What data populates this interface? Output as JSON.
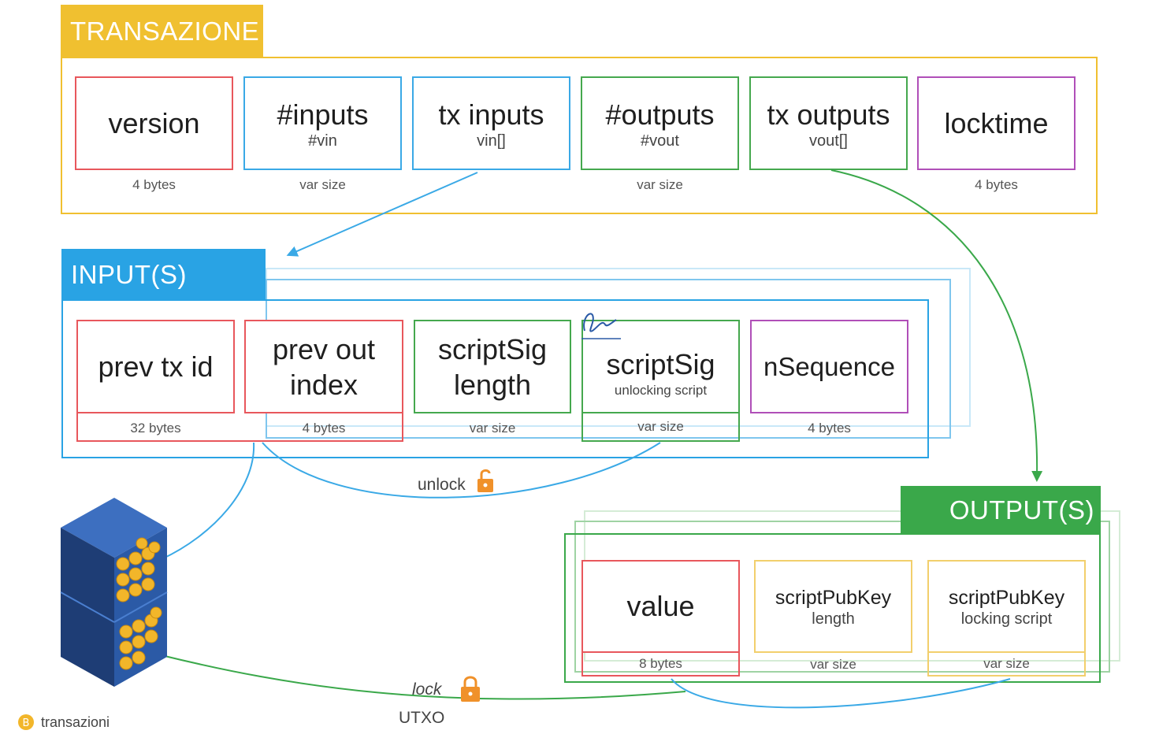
{
  "colors": {
    "transazione": "#f0c030",
    "input": "#29a3e4",
    "output": "#3aa84a",
    "red": "#e8575c",
    "blue": "#3aa9e6",
    "green": "#45a84e",
    "purple": "#b04fb8",
    "yellow": "#f2cf6c",
    "lock_orange": "#f0912a",
    "coin_gold": "#f2b62a",
    "block_blue": "#2b5aa6"
  },
  "transazione": {
    "title": "TRANSAZIONE",
    "fields": [
      {
        "name": "version",
        "sub": "",
        "size": "4 bytes",
        "color": "red"
      },
      {
        "name": "#inputs",
        "sub": "#vin",
        "size": "var size",
        "color": "blue"
      },
      {
        "name": "tx inputs",
        "sub": "vin[]",
        "size": "",
        "color": "blue"
      },
      {
        "name": "#outputs",
        "sub": "#vout",
        "size": "var size",
        "color": "green"
      },
      {
        "name": "tx outputs",
        "sub": "vout[]",
        "size": "",
        "color": "green"
      },
      {
        "name": "locktime",
        "sub": "",
        "size": "4 bytes",
        "color": "purple"
      }
    ]
  },
  "inputs": {
    "title": "INPUT(S)",
    "fields": [
      {
        "name": "prev tx id",
        "sub": "",
        "size": "32 bytes",
        "color": "red"
      },
      {
        "name": "prev out index",
        "sub": "",
        "size": "4 bytes",
        "color": "red"
      },
      {
        "name": "scriptSig length",
        "sub": "",
        "size": "var size",
        "color": "green"
      },
      {
        "name": "scriptSig",
        "sub": "unlocking script",
        "size": "var size",
        "color": "green"
      },
      {
        "name": "nSequence",
        "sub": "",
        "size": "4 bytes",
        "color": "purple"
      }
    ],
    "unlock_label": "unlock",
    "signature_icon": "signature-icon"
  },
  "outputs": {
    "title": "OUTPUT(S)",
    "fields": [
      {
        "name": "value",
        "sub": "",
        "size": "8 bytes",
        "color": "red"
      },
      {
        "name": "scriptPubKey",
        "sub": "length",
        "size": "var size",
        "color": "yellow"
      },
      {
        "name": "scriptPubKey",
        "sub": "locking script",
        "size": "var size",
        "color": "yellow"
      }
    ],
    "lock_label": "lock",
    "utxo_label": "UTXO"
  },
  "footer": {
    "label": "transazioni",
    "icon": "bitcoin-icon"
  }
}
